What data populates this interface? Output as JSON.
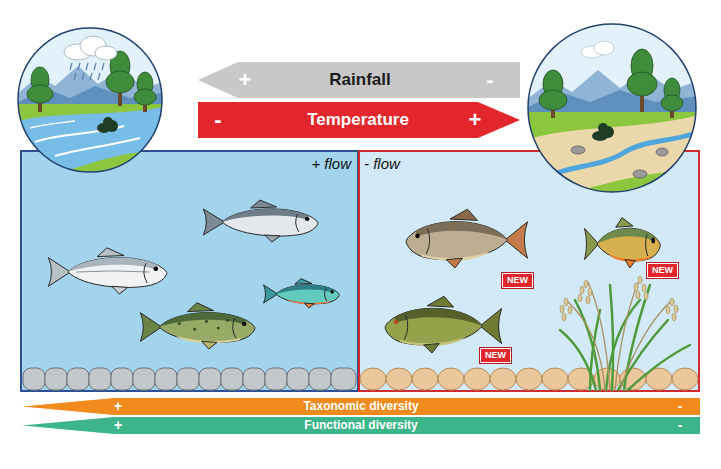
{
  "diagram": {
    "nodes": [
      {
        "text": [
          "+",
          "Rainfall",
          "-"
        ]
      },
      {
        "text": [
          "-",
          "Temperature",
          "+"
        ]
      },
      {
        "text": [
          "+ flow"
        ]
      },
      {
        "text": [
          "- flow"
        ]
      },
      {
        "text": [
          "NEW"
        ],
        "in": 3
      },
      {
        "text": [
          "NEW"
        ],
        "in": 3
      },
      {
        "text": [
          "NEW"
        ],
        "in": 3
      },
      {
        "text": [
          "+",
          "Taxonomic diversity",
          "-"
        ]
      },
      {
        "text": [
          "+",
          "Functional diversity",
          "-"
        ]
      }
    ]
  }
}
